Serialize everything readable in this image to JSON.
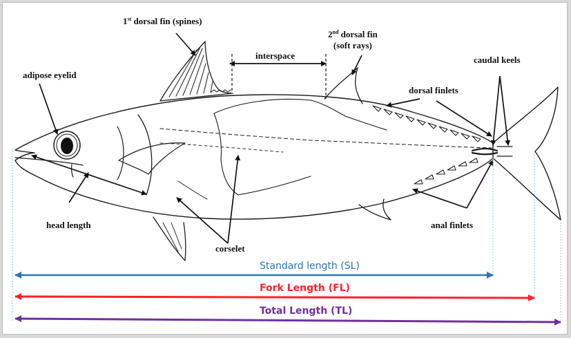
{
  "labels": {
    "first_dorsal": {
      "sup": "st",
      "pre": "1",
      "post": " dorsal fin (spines)"
    },
    "second_dorsal": {
      "pre": "2",
      "sup": "nd",
      "post": " dorsal fin",
      "line2": "(soft rays)"
    },
    "interspace": "interspace",
    "caudal_keels": "caudal keels",
    "adipose_eyelid": "adipose eyelid",
    "dorsal_finlets": "dorsal finlets",
    "head_length": "head length",
    "corselet": "corselet",
    "anal_finlets": "anal finlets"
  },
  "measurements": {
    "standard": {
      "label": "Standard length (SL)",
      "color": "#2e75b6"
    },
    "fork": {
      "label": "Fork Length (FL)",
      "color": "#ff1f2d"
    },
    "total": {
      "label": "Total Length (TL)",
      "color": "#7030a0"
    }
  },
  "colors": {
    "outline": "#1a1a1a",
    "guide": "#9fc5e8"
  }
}
